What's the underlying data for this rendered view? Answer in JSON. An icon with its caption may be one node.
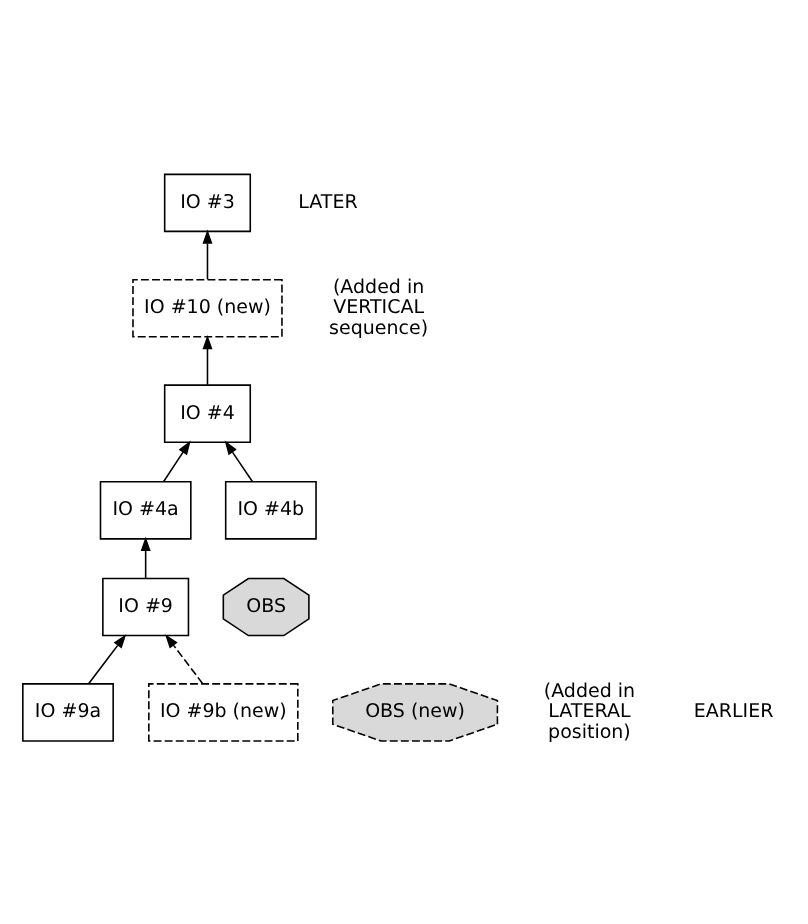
{
  "diagram": {
    "nodes": [
      {
        "text": [
          "IO #3"
        ]
      },
      {
        "text": [
          "IO #10 (new)"
        ]
      },
      {
        "text": [
          "IO #4"
        ]
      },
      {
        "text": [
          "IO #4a"
        ]
      },
      {
        "text": [
          "IO #4b"
        ]
      },
      {
        "text": [
          "OBS"
        ]
      },
      {
        "text": [
          "IO #9"
        ]
      },
      {
        "text": [
          "IO #9a"
        ]
      },
      {
        "text": [
          "IO #9b (new)"
        ]
      },
      {
        "text": [
          "OBS (new)"
        ]
      }
    ],
    "edges": [
      {
        "from": 1,
        "to": 0,
        "arrow": "to"
      },
      {
        "from": 2,
        "to": 1,
        "arrow": "to"
      },
      {
        "from": 3,
        "to": 2,
        "arrow": "to"
      },
      {
        "from": 4,
        "to": 2,
        "arrow": "to"
      },
      {
        "from": 6,
        "to": 3,
        "arrow": "to"
      },
      {
        "from": 7,
        "to": 6,
        "arrow": "to"
      },
      {
        "from": 8,
        "to": 6,
        "arrow": "to",
        "style": "dashed"
      }
    ],
    "labels": [
      "LATER",
      "(Added in VERTICAL sequence)",
      "(Added in LATERAL position)",
      "EARLIER"
    ]
  }
}
